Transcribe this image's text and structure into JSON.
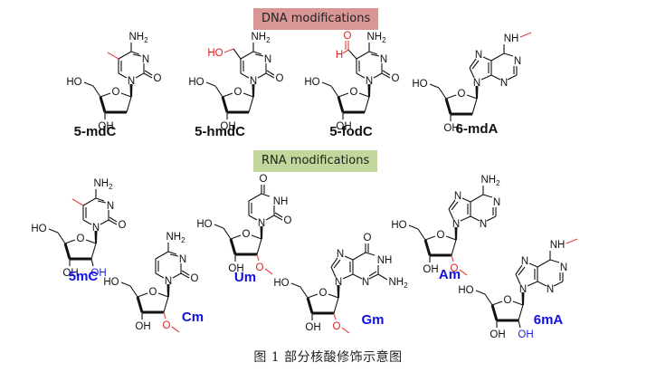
{
  "figure": {
    "dna_section_label": "DNA modifications",
    "rna_section_label": "RNA modifications",
    "caption": "图 1  部分核酸修饰示意图",
    "colors": {
      "dna_label_bg": "#d99694",
      "rna_label_bg": "#c3d69b",
      "modification_highlight": "#e02020",
      "rna_name_color": "#1010e0",
      "ribose_oh_color": "#2020d0"
    }
  },
  "dna_molecules": [
    {
      "name": "5-mdC",
      "base": "cytosine",
      "modification": "5-methyl",
      "sugar": "2'-deoxyribose",
      "atoms": {
        "amine": "NH2",
        "ring_n": "N",
        "carbonyl": "O",
        "n1": "N",
        "hydroxyl_5": "HO",
        "hydroxyl_3": "OH",
        "ring_o": "O"
      }
    },
    {
      "name": "5-hmdC",
      "base": "cytosine",
      "modification": "5-hydroxymethyl",
      "sugar": "2'-deoxyribose",
      "atoms": {
        "amine": "NH2",
        "ring_n": "N",
        "carbonyl": "O",
        "n1": "N",
        "mod_group": "HO",
        "hydroxyl_5": "HO",
        "hydroxyl_3": "OH",
        "ring_o": "O"
      }
    },
    {
      "name": "5-fodC",
      "base": "cytosine",
      "modification": "5-formyl",
      "sugar": "2'-deoxyribose",
      "atoms": {
        "amine": "NH2",
        "ring_n": "N",
        "carbonyl": "O",
        "n1": "N",
        "mod_o": "O",
        "mod_h": "H",
        "hydroxyl_5": "HO",
        "hydroxyl_3": "OH",
        "ring_o": "O"
      }
    },
    {
      "name": "6-mdA",
      "base": "adenine",
      "modification": "N6-methyl",
      "sugar": "2'-deoxyribose",
      "atoms": {
        "amine": "NH",
        "n7": "N",
        "n9": "N",
        "n1": "N",
        "n3": "N",
        "hydroxyl_5": "HO",
        "hydroxyl_3": "OH",
        "ring_o": "O"
      }
    }
  ],
  "rna_molecules": [
    {
      "name": "5mC",
      "base": "cytosine",
      "modification": "5-methyl",
      "atoms": {
        "amine": "NH2",
        "ring_n": "N",
        "carbonyl": "O",
        "n1": "N",
        "hydroxyl_5": "HO",
        "hydroxyl_3": "OH",
        "hydroxyl_2": "OH",
        "ring_o": "O"
      }
    },
    {
      "name": "Cm",
      "base": "cytosine",
      "modification": "2'-O-methyl",
      "atoms": {
        "amine": "NH2",
        "ring_n": "N",
        "carbonyl": "O",
        "n1": "N",
        "hydroxyl_5": "HO",
        "hydroxyl_3": "OH",
        "methoxy_o": "O",
        "ring_o": "O"
      }
    },
    {
      "name": "Um",
      "base": "uracil",
      "modification": "2'-O-methyl",
      "atoms": {
        "carbonyl_4": "O",
        "nh": "NH",
        "carbonyl_2": "O",
        "n1": "N",
        "hydroxyl_5": "HO",
        "hydroxyl_3": "OH",
        "methoxy_o": "O",
        "ring_o": "O"
      }
    },
    {
      "name": "Gm",
      "base": "guanine",
      "modification": "2'-O-methyl",
      "atoms": {
        "carbonyl": "O",
        "nh": "NH",
        "amine": "NH2",
        "n7": "N",
        "n9": "N",
        "n3": "N",
        "hydroxyl_5": "HO",
        "hydroxyl_3": "OH",
        "methoxy_o": "O",
        "ring_o": "O"
      }
    },
    {
      "name": "Am",
      "base": "adenine",
      "modification": "2'-O-methyl",
      "atoms": {
        "amine": "NH2",
        "n7": "N",
        "n9": "N",
        "n1": "N",
        "n3": "N",
        "hydroxyl_5": "HO",
        "hydroxyl_3": "OH",
        "methoxy_o": "O",
        "ring_o": "O"
      }
    },
    {
      "name": "6mA",
      "base": "adenine",
      "modification": "N6-methyl",
      "atoms": {
        "amine": "NH",
        "n7": "N",
        "n9": "N",
        "n1": "N",
        "n3": "N",
        "hydroxyl_5": "HO",
        "hydroxyl_3": "OH",
        "hydroxyl_2": "OH",
        "ring_o": "O"
      }
    }
  ]
}
